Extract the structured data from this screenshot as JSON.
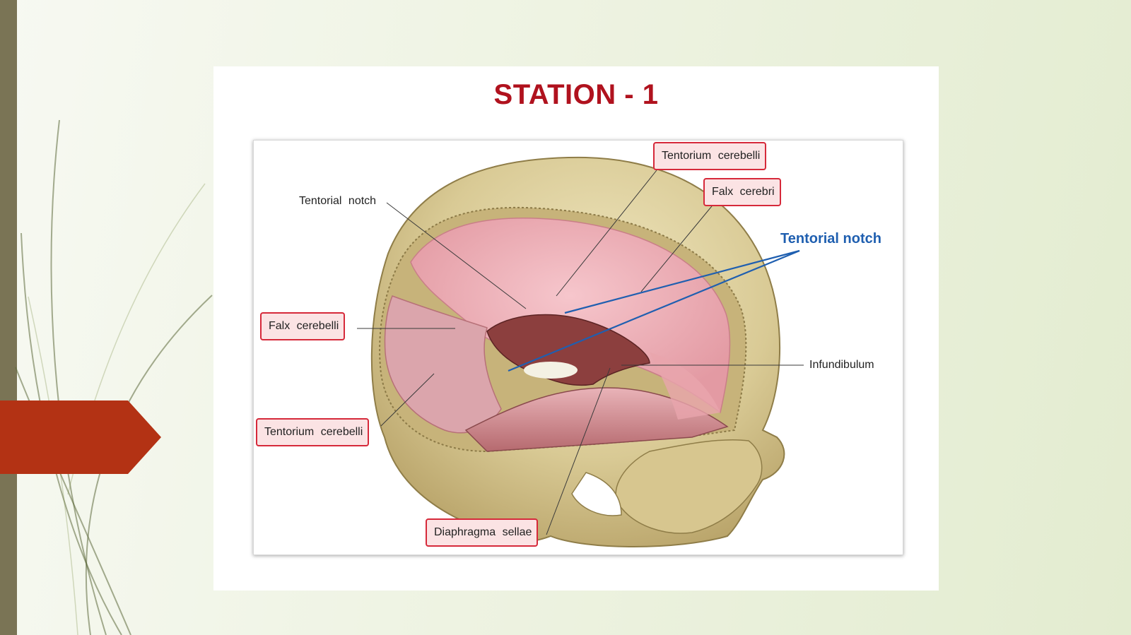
{
  "slide": {
    "title": "STATION - 1"
  },
  "theme": {
    "title_color": "#b0121e",
    "accent_tab_color": "#b33214",
    "left_bar_color": "#7a7455",
    "label_box_border": "#d6293a",
    "label_box_fill": "#fbe3e4",
    "blue_label_color": "#1f5fb0"
  },
  "diagram": {
    "labels": {
      "tentorium_cerebelli_top": "Tentorium   cerebelli",
      "falx_cerebri": "Falx   cerebri",
      "tentorial_notch_black": "Tentorial   notch",
      "tentorial_notch_blue": "Tentorial notch",
      "falx_cerebelli": "Falx   cerebelli",
      "infundibulum": "Infundibulum",
      "tentorium_cerebelli_bottom": "Tentorium   cerebelli",
      "diaphragma_sellae": "Diaphragma   sellae"
    }
  }
}
